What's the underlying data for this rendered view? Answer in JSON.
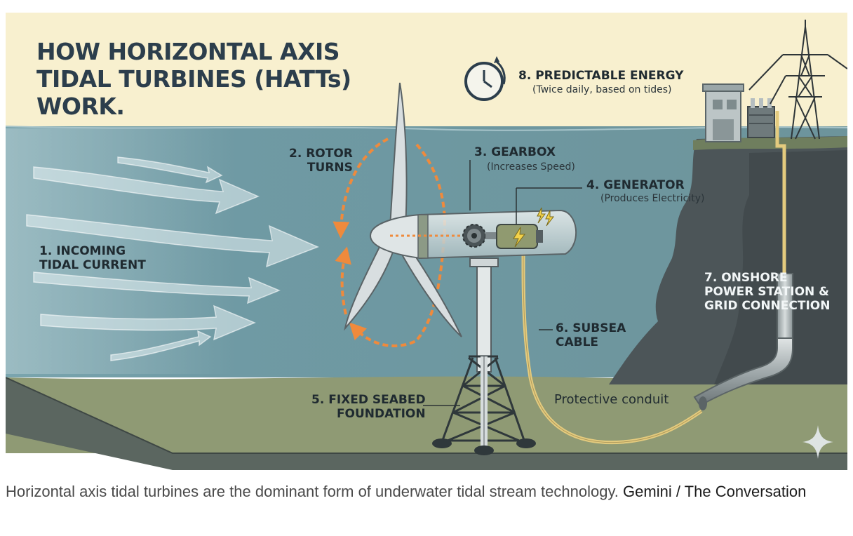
{
  "diagram": {
    "title": "HOW HORIZONTAL AXIS\nTIDAL TURBINES (HATTs)\nWORK.",
    "labels": {
      "incoming": "1. INCOMING\nTIDAL CURRENT",
      "rotor": "2. ROTOR\nTURNS",
      "gearbox": "3. GEARBOX",
      "gearbox_sub": "(Increases Speed)",
      "generator": "4. GENERATOR",
      "generator_sub": "(Produces Electricity)",
      "foundation": "5. FIXED SEABED\nFOUNDATION",
      "cable": "6. SUBSEA\nCABLE",
      "onshore": "7. ONSHORE\nPOWER STATION &\nGRID CONNECTION",
      "predictable": "8. PREDICTABLE ENERGY",
      "predictable_sub": "(Twice daily, based on tides)",
      "conduit": "Protective conduit"
    },
    "icons": [
      "clock-icon",
      "lightning-icon",
      "gear-icon",
      "sparkle-icon",
      "transmission-tower-icon",
      "transformer-icon"
    ],
    "colors": {
      "sky": "#f8f0cf",
      "water": "#6e98a3",
      "seabed": "#8f9a74",
      "rock": "#4a5254",
      "arrow_orange": "#ef8a3c",
      "cable": "#e4cb7e",
      "title": "#2c3e4c"
    }
  },
  "caption": {
    "text": "Horizontal axis tidal turbines are the dominant form of underwater tidal stream technology.",
    "credit": "Gemini / The Conversation"
  }
}
